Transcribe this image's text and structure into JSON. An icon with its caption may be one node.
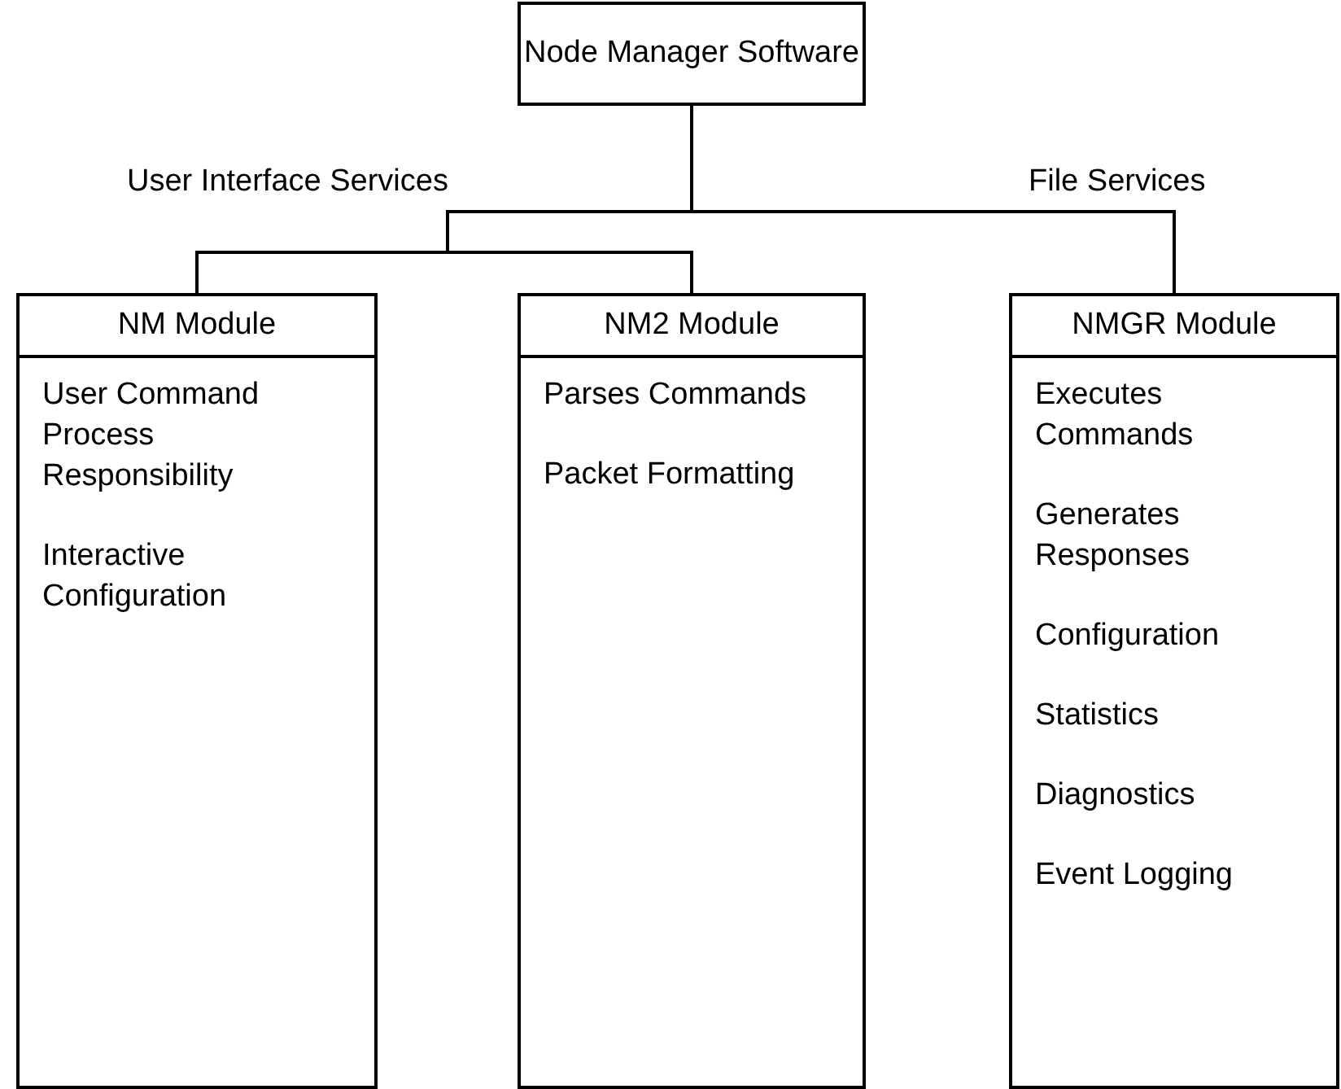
{
  "diagram": {
    "nodes": [
      {
        "text": [
          "Node Manager Software"
        ]
      },
      {
        "text": [
          "NM Module",
          "User Command Process Responsibility",
          "Interactive Configuration"
        ]
      },
      {
        "text": [
          "NM2 Module",
          "Parses Commands",
          "Packet Formatting"
        ]
      },
      {
        "text": [
          "NMGR Module",
          "Executes Commands",
          "Generates Responses",
          "Configuration",
          "Statistics",
          "Diagnostics",
          "Event Logging"
        ]
      }
    ],
    "edges": [
      {
        "from": 0,
        "to": 1,
        "arrow": "none"
      },
      {
        "from": 0,
        "to": 2,
        "arrow": "none"
      },
      {
        "from": 0,
        "to": 3,
        "arrow": "none"
      }
    ],
    "labels": [
      "User Interface Services",
      "File Services"
    ]
  }
}
